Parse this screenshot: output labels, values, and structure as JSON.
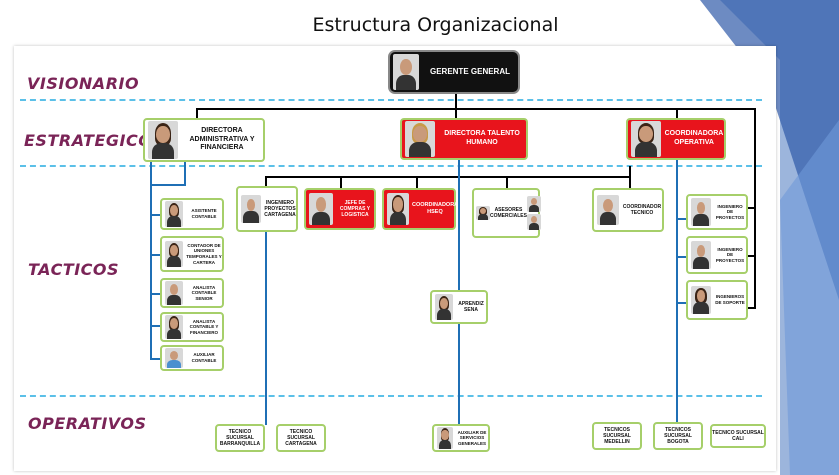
{
  "title": "Estructura Organizacional",
  "levels": {
    "visionario": "VISIONARIO",
    "estrategicos": "ESTRATEGICOS",
    "tacticos": "TACTICOS",
    "operativos": "OPERATIVOS"
  },
  "gerente": "GERENTE GENERAL",
  "directors": {
    "admin": "DIRECTORA ADMINISTRATIVA Y FINANCIERA",
    "talento": "DIRECTORA TALENTO HUMANO",
    "operativa": "COORDINADORA OPERATIVA"
  },
  "admin_staff": [
    "ASISTENTE CONTABLE",
    "CONTADOR DE UNIONES TEMPORALES Y CARTERA",
    "ANALISTA CONTABLE SENIOR",
    "ANALISTA CONTABLE Y FINANCIERO",
    "AUXILIAR CONTABLE"
  ],
  "tactical": {
    "ingeniero_cartagena": "INGENIERO PROYECTOS CARTAGENA",
    "jefe_compras": "JEFE DE COMPRAS Y LOGISTICA",
    "coord_hseq": "COORDINADORA HSEQ",
    "asesores": "ASESORES COMERCIALES",
    "coord_tecnico": "COORDINADOR TECNICO",
    "aprendiz": "APRENDIZ SENA"
  },
  "ops_staff": [
    "INGENIERO DE PROYECTOS",
    "INGENIERO DE PROYECTOS",
    "INGENIEROS DE SOPORTE"
  ],
  "operativos": {
    "tec_barranquilla": "TECNICO SUCURSAL BARRANQUILLA",
    "tec_cartagena": "TECNICO SUCURSAL CARTAGENA",
    "aux_servicios": "AUXILIAR DE SERVICIOS GENERALES",
    "tec_medellin": "TECNICOS SUCURSAL MEDELLIN",
    "tec_bogota": "TECNICOS SUCURSAL BOGOTA",
    "tec_cali": "TECNICO SUCURSAL CALI"
  },
  "colors": {
    "level_text": "#7a2457",
    "dash": "#5bc0e8",
    "red_box": "#e8141c",
    "box_border": "#a6cf6a",
    "blue_line": "#1f6fb5"
  }
}
